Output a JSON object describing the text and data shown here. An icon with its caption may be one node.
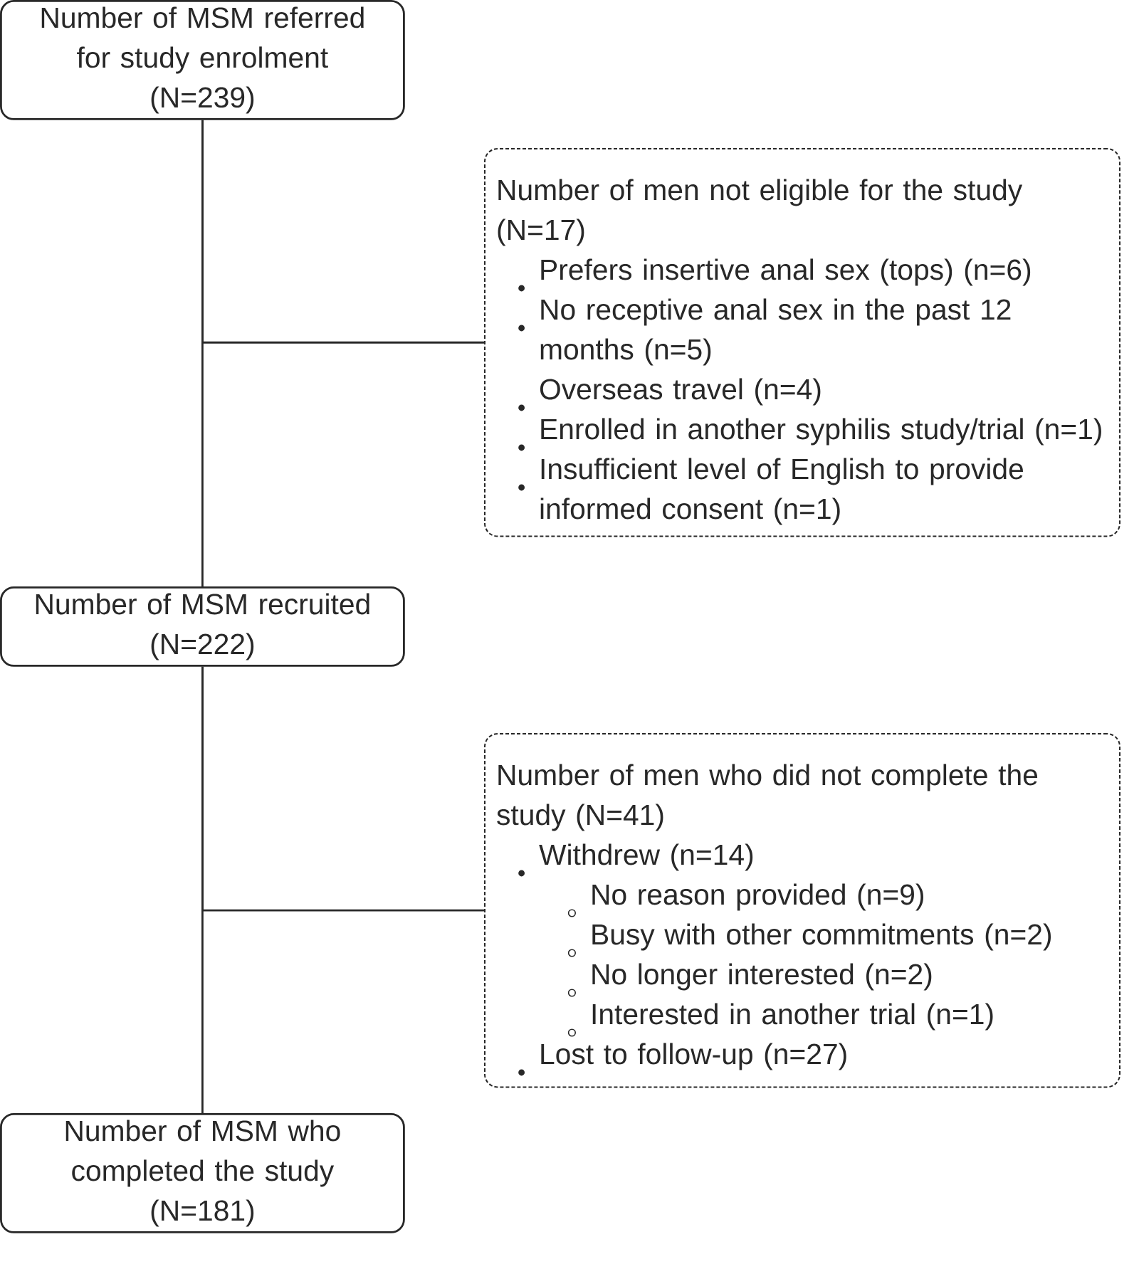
{
  "diagram": {
    "nodes": [
      {
        "text": [
          "Number of MSM referred for study enrolment",
          "(N=239)"
        ]
      },
      {
        "text": [
          "Number of men not eligible for the study (N=17)",
          "Prefers insertive anal sex (tops) (n=6)",
          "No receptive anal sex in the past 12 months (n=5)",
          "Overseas travel (n=4)",
          "Enrolled in another syphilis study/trial (n=1)",
          "Insufficient level of English to provide informed consent (n=1)"
        ]
      },
      {
        "text": [
          "Number of MSM recruited",
          "(N=222)"
        ]
      },
      {
        "text": [
          "Number of men who did not complete the study (N=41)",
          "Withdrew (n=14)",
          "No reason provided (n=9)",
          "Busy with other commitments (n=2)",
          "No longer interested (n=2)",
          "Interested in another trial (n=1)",
          "Lost to follow-up (n=27)"
        ]
      },
      {
        "text": [
          "Number of MSM who completed the study",
          "(N=181)"
        ]
      }
    ],
    "edges": [
      {
        "from": 0,
        "to": 2,
        "arrow": "none"
      },
      {
        "from": 0,
        "to": 1,
        "arrow": "none"
      },
      {
        "from": 2,
        "to": 4,
        "arrow": "none"
      },
      {
        "from": 2,
        "to": 3,
        "arrow": "none"
      }
    ]
  }
}
